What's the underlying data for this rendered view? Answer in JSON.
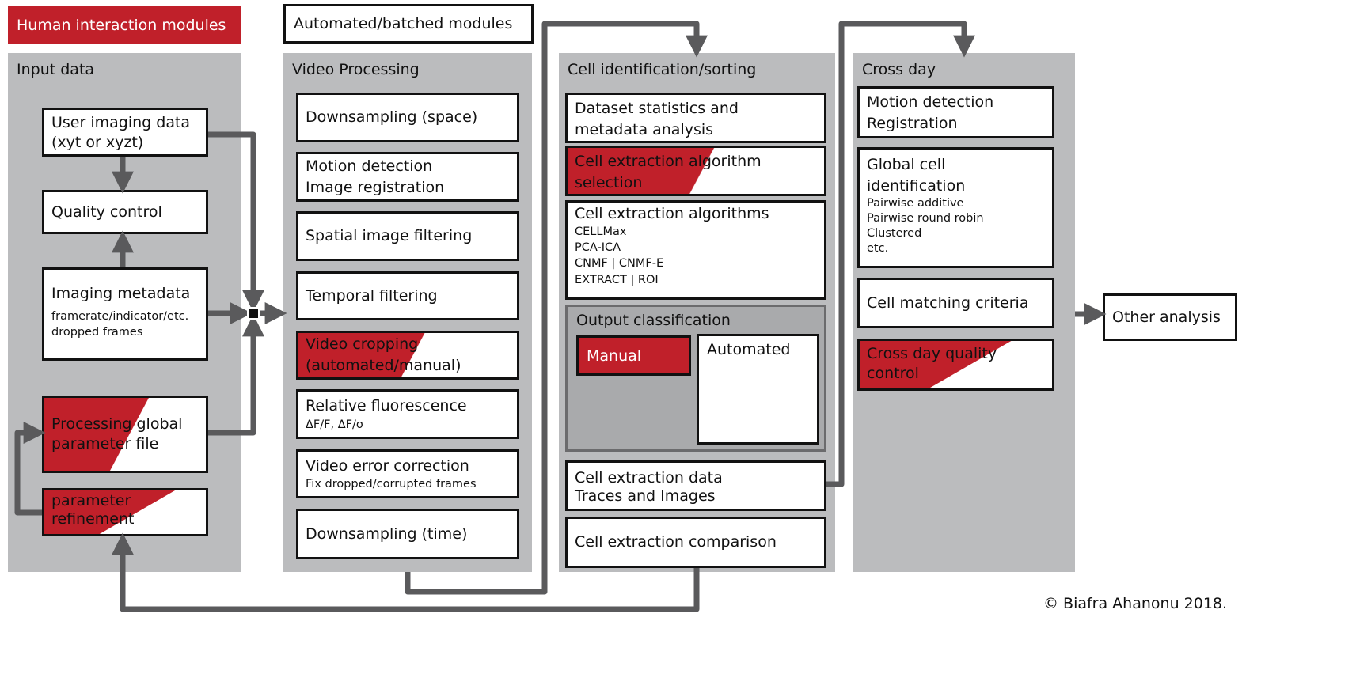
{
  "legend": {
    "human": "Human interaction modules",
    "automated": "Automated/batched modules"
  },
  "colors": {
    "human": "#c0202a",
    "panel": "#bbbcbe",
    "arrow": "#5a5a5c"
  },
  "input": {
    "title": "Input data",
    "user_imaging": [
      "User imaging data",
      "(xyt or xyzt)"
    ],
    "quality": "Quality control",
    "metadata": {
      "title": "Imaging metadata",
      "sub": [
        "framerate/indicator/etc.",
        "dropped frames"
      ]
    },
    "global_param": [
      "Processing global",
      "parameter file"
    ],
    "refinement": [
      "parameter",
      "refinement"
    ]
  },
  "video": {
    "title": "Video Processing",
    "items": [
      {
        "lines": [
          "Downsampling  (space)"
        ]
      },
      {
        "lines": [
          "Motion detection",
          "Image  registration"
        ]
      },
      {
        "lines": [
          "Spatial image  filtering"
        ]
      },
      {
        "lines": [
          "Temporal filtering"
        ]
      },
      {
        "lines": [
          "Video cropping",
          "(automated/manual)"
        ]
      },
      {
        "lines": [
          "Relative fluorescence"
        ],
        "sub": "ΔF/F, ΔF/σ"
      },
      {
        "lines": [
          "Video error correction"
        ],
        "sub": "Fix dropped/corrupted frames"
      },
      {
        "lines": [
          "Downsampling  (time)"
        ]
      }
    ]
  },
  "cell": {
    "title": "Cell identification/sorting",
    "stats": [
      "Dataset statistics and",
      "metadata analysis"
    ],
    "selection": [
      "Cell extraction algorithm",
      "selection"
    ],
    "algorithms": {
      "title": "Cell extraction algorithms",
      "sub": [
        "CELLMax",
        "PCA-ICA",
        "CNMF | CNMF-E",
        "EXTRACT | ROI"
      ]
    },
    "output": {
      "title": "Output classification",
      "manual": "Manual",
      "automated": "Automated"
    },
    "data": [
      "Cell extraction data",
      "Traces and Images"
    ],
    "comparison": "Cell extraction comparison"
  },
  "cross": {
    "title": "Cross day",
    "motion": [
      "Motion detection",
      "Registration"
    ],
    "global": {
      "title": [
        "Global cell",
        "identification"
      ],
      "sub": [
        "Pairwise additive",
        "Pairwise round robin",
        "Clustered",
        "etc."
      ]
    },
    "matching": "Cell matching criteria",
    "quality": [
      "Cross day quality",
      "control"
    ]
  },
  "other": "Other analysis",
  "copyright": "© Biafra Ahanonu 2018."
}
